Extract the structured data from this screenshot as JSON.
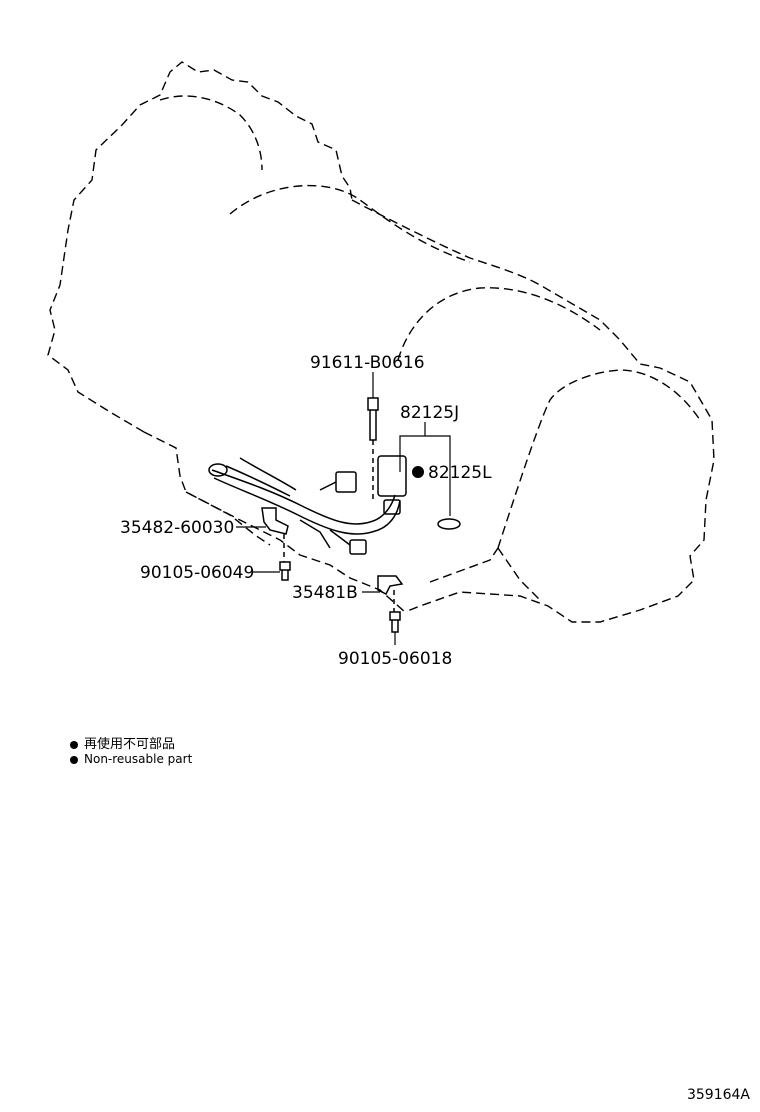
{
  "parts": {
    "bolt_top": "91611-B0616",
    "sensor_kit": "82125J",
    "seal": "82125L",
    "bracket_left": "35482-60030",
    "bolt_left": "90105-06049",
    "clamp": "35481B",
    "bolt_bottom": "90105-06018"
  },
  "legend": {
    "japanese": "再使用不可部品",
    "english": "Non-reusable part"
  },
  "reference_code": "359164A",
  "colors": {
    "line": "#000000",
    "background": "#ffffff"
  }
}
